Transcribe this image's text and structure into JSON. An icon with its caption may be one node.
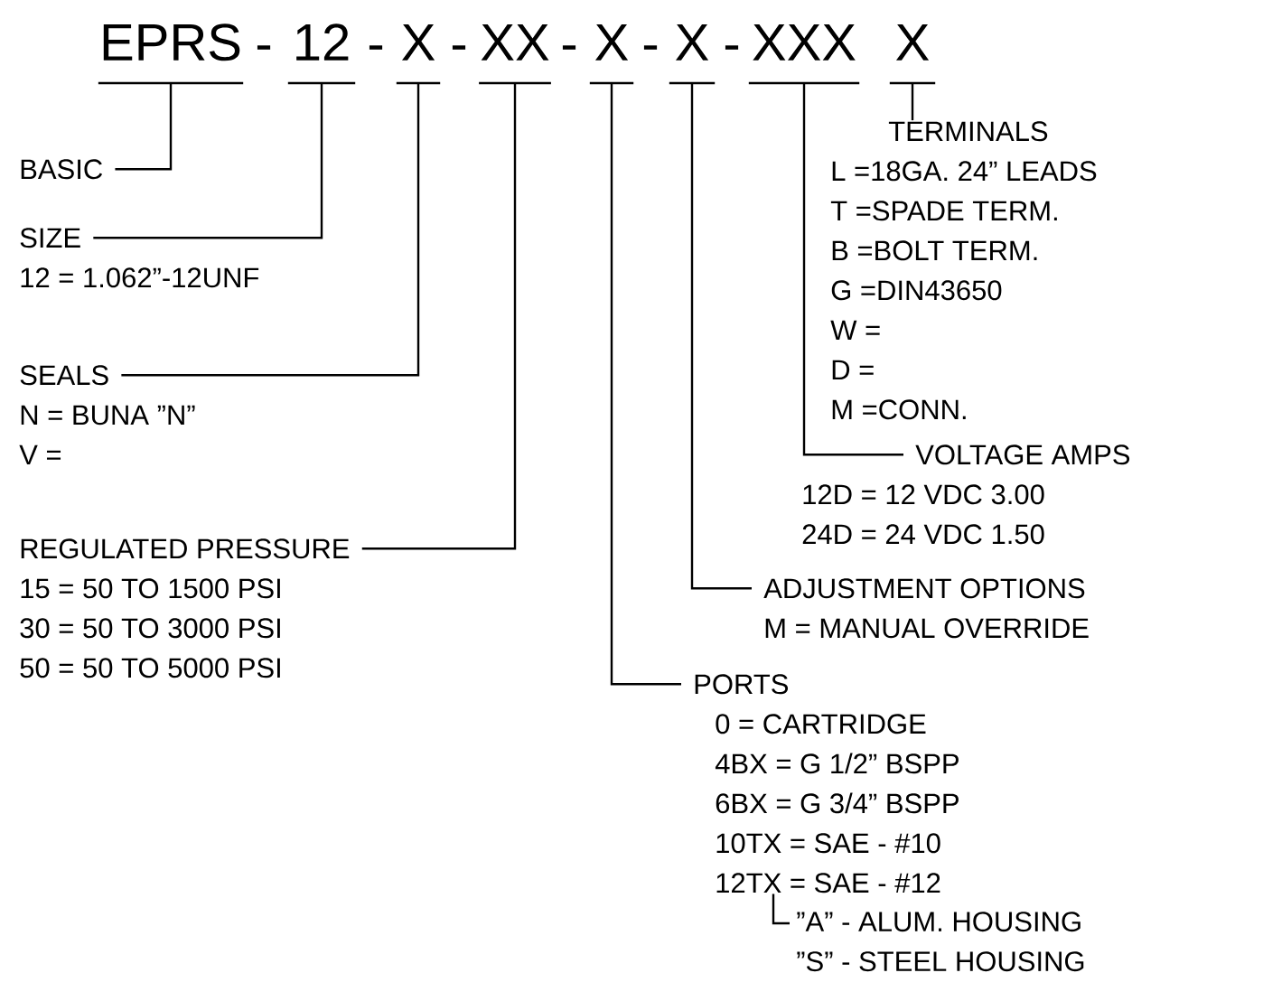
{
  "diagram": {
    "nodes": [
      {
        "text": [
          "EPRS"
        ]
      },
      {
        "text": [
          "12"
        ]
      },
      {
        "text": [
          "X"
        ]
      },
      {
        "text": [
          "XX"
        ]
      },
      {
        "text": [
          "X"
        ]
      },
      {
        "text": [
          "X"
        ]
      },
      {
        "text": [
          "XXX"
        ]
      },
      {
        "text": [
          "X"
        ]
      },
      {
        "text": [
          "BASIC"
        ]
      },
      {
        "text": [
          "SIZE"
        ],
        "beside": [
          "12 = 1.062”-12UNF"
        ]
      },
      {
        "text": [
          "SEALS"
        ],
        "beside": [
          "N = BUNA ”N”",
          "V ="
        ]
      },
      {
        "text": [
          "REGULATED PRESSURE"
        ],
        "beside": [
          "15 = 50 TO 1500 PSI",
          "30 = 50 TO 3000 PSI",
          "50 = 50 TO 5000 PSI"
        ]
      },
      {
        "text": [
          "PORTS"
        ],
        "beside": [
          "0 = CARTRIDGE",
          "4BX = G 1/2” BSPP",
          "6BX = G 3/4” BSPP",
          "10TX = SAE - #10"
        ]
      },
      {
        "text": [
          "ADJUSTMENT OPTIONS"
        ],
        "beside": [
          "M = MANUAL OVERRIDE"
        ]
      },
      {
        "text": [
          "VOLTAGE AMPS"
        ],
        "beside": [
          "12D = 12 VDC 3.00",
          "24D = 24 VDC 1.50"
        ]
      },
      {
        "text": [
          "TERMINALS"
        ],
        "beside": [
          "L =18GA. 24” LEADS",
          "T =SPADE TERM.",
          "B =BOLT TERM.",
          "G =DIN43650",
          "W =",
          "D =",
          "M =CONN."
        ]
      },
      {
        "text": [
          "12TX = SAE - #12"
        ]
      },
      {
        "text": [
          "”A” - ALUM. HOUSING",
          "”S” - STEEL HOUSING"
        ]
      }
    ],
    "edges": [
      {
        "from": 0,
        "to": 8,
        "arrow": "none"
      },
      {
        "from": 1,
        "to": 9,
        "arrow": "none"
      },
      {
        "from": 2,
        "to": 10,
        "arrow": "none"
      },
      {
        "from": 3,
        "to": 11,
        "arrow": "none"
      },
      {
        "from": 4,
        "to": 12,
        "arrow": "none"
      },
      {
        "from": 5,
        "to": 13,
        "arrow": "none"
      },
      {
        "from": 6,
        "to": 14,
        "arrow": "none"
      },
      {
        "from": 7,
        "to": 15,
        "arrow": "none"
      },
      {
        "from": 16,
        "to": 17,
        "arrow": "none"
      }
    ],
    "labels": [
      "-",
      "-",
      "-",
      "-",
      "-",
      "-"
    ]
  }
}
